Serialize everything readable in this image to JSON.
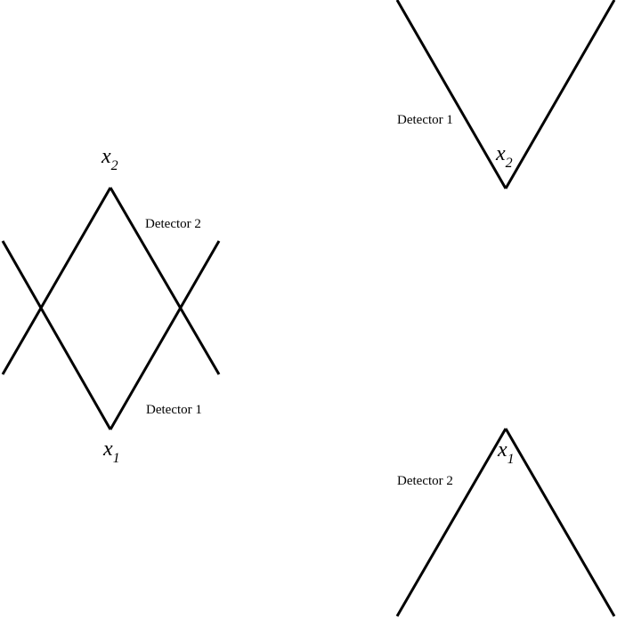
{
  "colors": {
    "background": "#ffffff",
    "stroke": "#000000"
  },
  "left_panel": {
    "top_vertex": {
      "var": "x",
      "sub": "2"
    },
    "bottom_vertex": {
      "var": "x",
      "sub": "1"
    },
    "detector_2_label": "Detector 2",
    "detector_1_label": "Detector 1"
  },
  "right_top_panel": {
    "detector_label": "Detector 1",
    "vertex": {
      "var": "x",
      "sub": "2"
    }
  },
  "right_bottom_panel": {
    "detector_label": "Detector 2",
    "vertex": {
      "var": "x",
      "sub": "1"
    }
  }
}
